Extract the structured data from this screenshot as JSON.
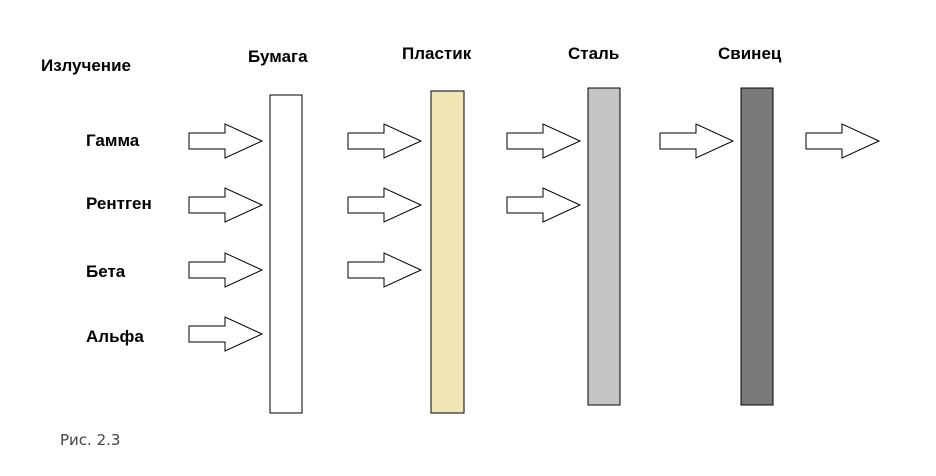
{
  "diagram": {
    "title": "Излучение",
    "materials": [
      {
        "name": "Бумага",
        "fill": "#ffffff"
      },
      {
        "name": "Пластик",
        "fill": "#f0e6b4"
      },
      {
        "name": "Сталь",
        "fill": "#c4c4c4"
      },
      {
        "name": "Свинец",
        "fill": "#7a7a7a"
      }
    ],
    "radiation": [
      {
        "name": "Гамма",
        "passes": 4
      },
      {
        "name": "Рентген",
        "passes": 2
      },
      {
        "name": "Бета",
        "passes": 1
      },
      {
        "name": "Альфа",
        "passes": 0
      }
    ],
    "caption": "Рис. 2.3"
  }
}
